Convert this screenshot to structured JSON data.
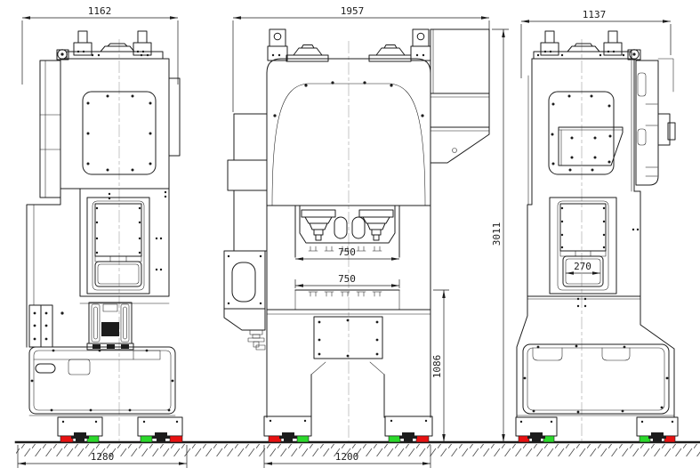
{
  "drawing": {
    "kind": "press-machine-three-view-engineering-drawing",
    "views": [
      "left-side-view",
      "front-view",
      "right-side-view"
    ]
  },
  "dims": {
    "left_top_width": "1162",
    "front_top_width": "1957",
    "right_top_width": "1137",
    "slide_width": "750",
    "bolster_width": "750",
    "window_width": "270",
    "overall_height": "3011",
    "bed_height": "1086",
    "left_base_width": "1280",
    "front_base_width": "1200"
  },
  "colors": {
    "line": "#1c1c1c",
    "pad_red": "#e81111",
    "pad_green": "#2bd92b",
    "background": "#ffffff"
  }
}
